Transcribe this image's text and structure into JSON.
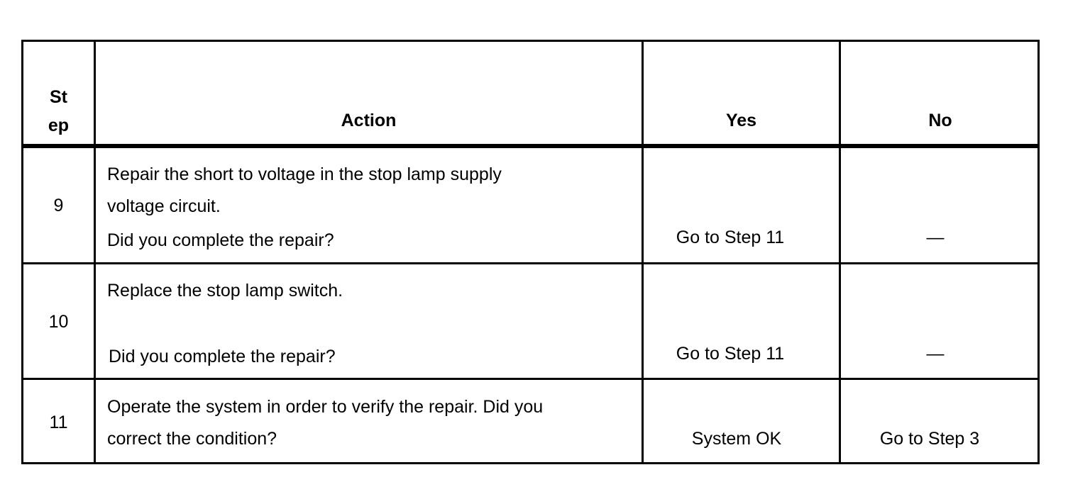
{
  "headers": {
    "step_line1": "St",
    "step_line2": "ep",
    "action": "Action",
    "yes": "Yes",
    "no": "No"
  },
  "rows": [
    {
      "step": "9",
      "action_lines": [
        "Repair the short to voltage in the stop lamp supply",
        "voltage circuit.",
        "Did you complete the repair?"
      ],
      "yes": "Go to Step 11",
      "no": "—"
    },
    {
      "step": "10",
      "action_lines": [
        "Replace the stop lamp switch.",
        "Did you complete the repair?"
      ],
      "yes": "Go to Step 11",
      "no": "—"
    },
    {
      "step": "11",
      "action_lines": [
        "Operate the system in order to verify the repair. Did you",
        "correct the condition?"
      ],
      "yes": "System OK",
      "no": "Go to Step 3"
    }
  ]
}
